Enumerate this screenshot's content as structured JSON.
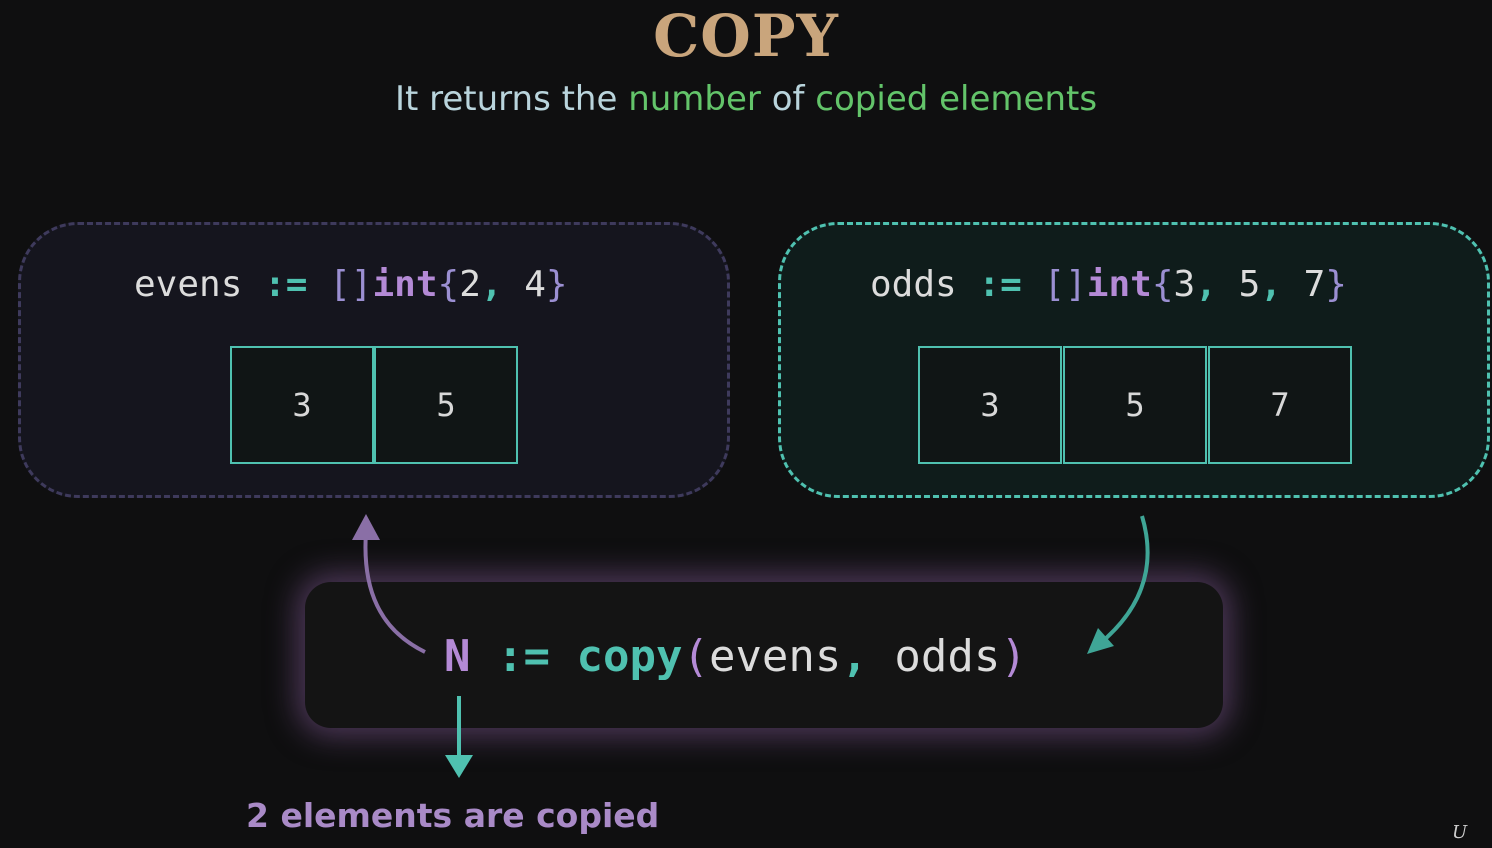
{
  "title": "COPY",
  "subtitle": {
    "part1": "It returns the ",
    "part2": "number",
    "part3": " of ",
    "part4": "copied elements"
  },
  "evens": {
    "ident": "evens",
    "op": ":=",
    "brackets": "[]",
    "type": "int",
    "open": "{",
    "values_text": [
      "2",
      "4"
    ],
    "close": "}",
    "cells": [
      "3",
      "5"
    ]
  },
  "odds": {
    "ident": "odds",
    "op": ":=",
    "brackets": "[]",
    "type": "int",
    "open": "{",
    "values_text": [
      "3",
      "5",
      "7"
    ],
    "close": "}",
    "cells": [
      "3",
      "5",
      "7"
    ]
  },
  "statement": {
    "var": "N",
    "op": ":=",
    "fn": "copy",
    "open": "(",
    "arg1": "evens",
    "comma": ", ",
    "arg2": "odds",
    "close": ")"
  },
  "result": "2 elements are copied",
  "watermark": "U",
  "colors": {
    "teal": "#4fc1b0",
    "purple": "#b48ad6",
    "title": "#c9a57c",
    "green": "#63c46a"
  }
}
